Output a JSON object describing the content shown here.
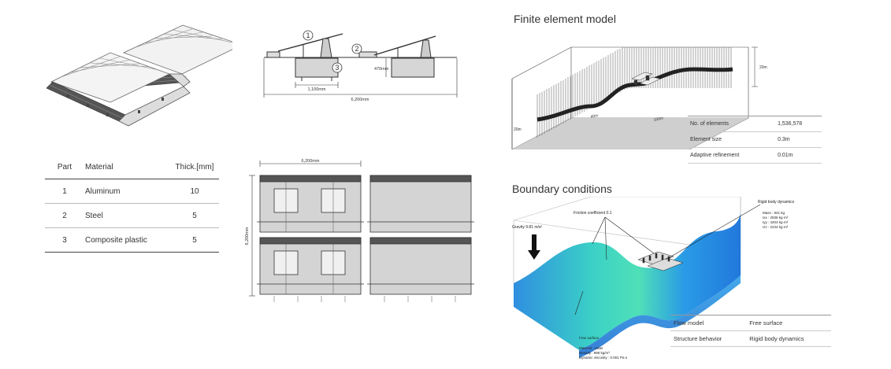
{
  "cross_section": {
    "callouts": [
      "1",
      "2",
      "3"
    ],
    "dim_height": "470mm",
    "dim_pontoon": "1,100mm",
    "dim_total": "6,200mm"
  },
  "materials_table": {
    "headers": [
      "Part",
      "Material",
      "Thick.[mm]"
    ],
    "rows": [
      [
        "1",
        "Aluminum",
        "10"
      ],
      [
        "2",
        "Steel",
        "5"
      ],
      [
        "3",
        "Composite plastic",
        "5"
      ]
    ]
  },
  "plan_view": {
    "dim_width": "6,200mm",
    "dim_length": "6,200mm"
  },
  "fem": {
    "title": "Finite element model",
    "dim_height": "20m",
    "dim_depth": "20m",
    "dim_mid": "40m",
    "dim_length": "100m",
    "table": [
      [
        "No. of elements",
        "1,536,578"
      ],
      [
        "Element size",
        "0.3m"
      ],
      [
        "Adaptive refinement",
        "0.01m"
      ]
    ]
  },
  "boundary": {
    "title": "Boundary conditions",
    "gravity": "Gravity 9.81 m/s²",
    "friction": "Friction coefficient 0.1",
    "rigid_title": "Rigid body dynamics",
    "rigid_lines": [
      "Mass : 841 kg",
      "Ixx : 2936 kg·m²",
      "Iyy : 4203 kg·m²",
      "Izz : 2234 kg·m²"
    ],
    "free_surface": "Free surface",
    "water_lines": [
      "Material : water",
      "Density : 998 kg/m³",
      "Dynamic viscosity : 0.001 Pa·s"
    ],
    "table": [
      [
        "Flow model",
        "Free surface"
      ],
      [
        "Structure behavior",
        "Rigid body dynamics"
      ]
    ]
  }
}
